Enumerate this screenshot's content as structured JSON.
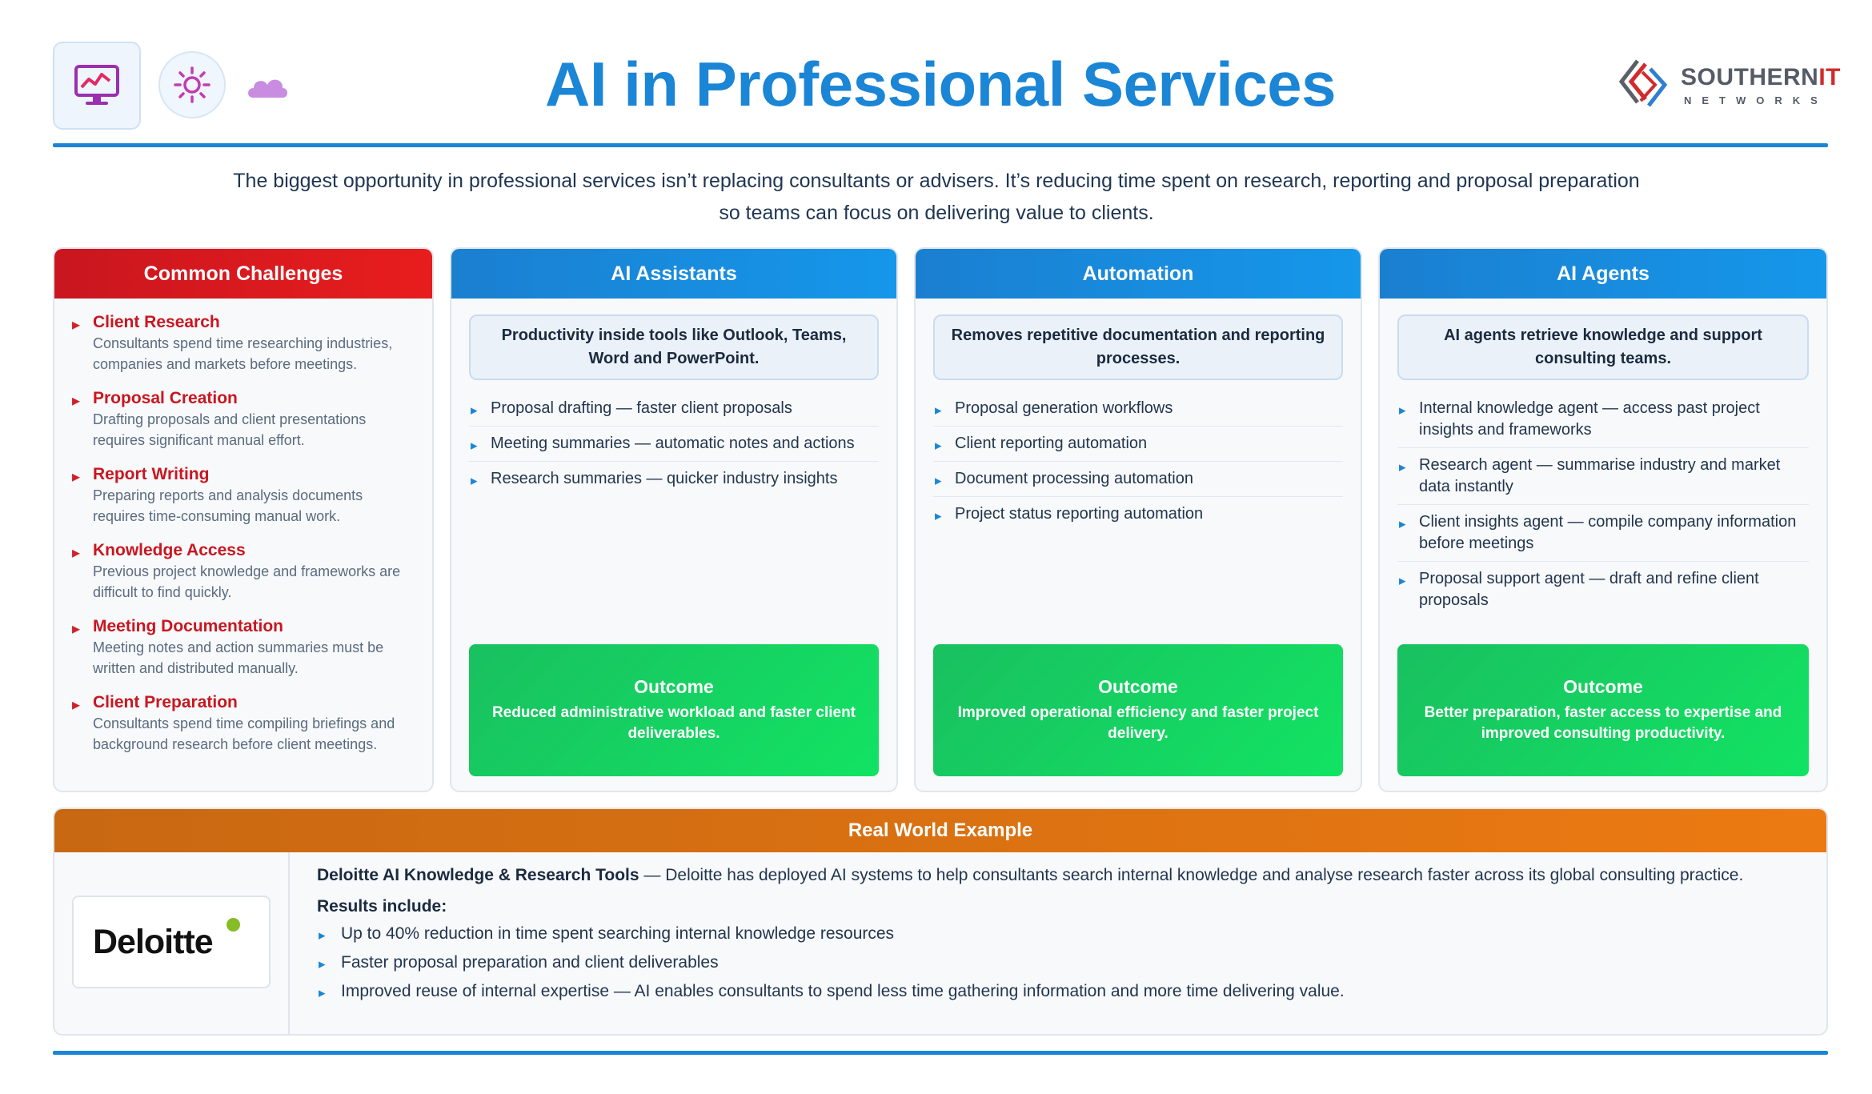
{
  "header": {
    "title": "AI in Professional Services",
    "logo": {
      "brand_main": "SOUTHERN",
      "brand_accent": "IT",
      "brand_sub": "NETWORKS"
    },
    "icons": [
      "monitor-chart-icon",
      "sun-icon",
      "cloud-icon"
    ]
  },
  "intro": {
    "line1": "The biggest opportunity in professional services isn’t replacing consultants or advisers. It’s reducing time spent on research, reporting and proposal preparation",
    "line2": "so teams can focus on delivering value to clients."
  },
  "challenges": {
    "title": "Common Challenges",
    "items": [
      {
        "title": "Client Research",
        "desc": "Consultants spend time researching industries, companies and markets before meetings."
      },
      {
        "title": "Proposal Creation",
        "desc": "Drafting proposals and client presentations requires significant manual effort."
      },
      {
        "title": "Report Writing",
        "desc": "Preparing reports and analysis documents requires time-consuming manual work."
      },
      {
        "title": "Knowledge Access",
        "desc": "Previous project knowledge and frameworks are difficult to find quickly."
      },
      {
        "title": "Meeting Documentation",
        "desc": "Meeting notes and action summaries must be written and distributed manually."
      },
      {
        "title": "Client Preparation",
        "desc": "Consultants spend time compiling briefings and background research before client meetings."
      }
    ]
  },
  "columns": [
    {
      "title": "AI Assistants",
      "summary": "Productivity inside tools like Outlook, Teams, Word and PowerPoint.",
      "items": [
        "Proposal drafting — faster client proposals",
        "Meeting summaries — automatic notes and actions",
        "Research summaries — quicker industry insights"
      ],
      "outcome_title": "Outcome",
      "outcome_text": "Reduced administrative workload and faster client deliverables."
    },
    {
      "title": "Automation",
      "summary": "Removes repetitive documentation and reporting processes.",
      "items": [
        "Proposal generation workflows",
        "Client reporting automation",
        "Document processing automation",
        "Project status reporting automation"
      ],
      "outcome_title": "Outcome",
      "outcome_text": "Improved operational efficiency and faster project delivery."
    },
    {
      "title": "AI Agents",
      "summary": "AI agents retrieve knowledge and support consulting teams.",
      "items": [
        "Internal knowledge agent — access past project insights and frameworks",
        "Research agent — summarise industry and market data instantly",
        "Client insights agent — compile company information before meetings",
        "Proposal support agent — draft and refine client proposals"
      ],
      "outcome_title": "Outcome",
      "outcome_text": "Better preparation, faster access to expertise and improved consulting productivity."
    }
  ],
  "example": {
    "title": "Real World Example",
    "company_logo_text": "Deloitte",
    "headline_bold": "Deloitte AI Knowledge & Research Tools",
    "headline_rest": " — Deloitte has deployed AI systems to help consultants search internal knowledge and analyse research faster across its global consulting practice.",
    "results_label": "Results include:",
    "results": [
      "Up to 40% reduction in time spent searching internal knowledge resources",
      "Faster proposal preparation and client deliverables",
      "Improved reuse of internal expertise — AI enables consultants to spend less time gathering information and more time delivering value."
    ]
  },
  "colors": {
    "primary_blue": "#1b85d6",
    "challenge_red": "#c9161f",
    "outcome_green": "#19c060",
    "example_orange": "#e07412"
  }
}
